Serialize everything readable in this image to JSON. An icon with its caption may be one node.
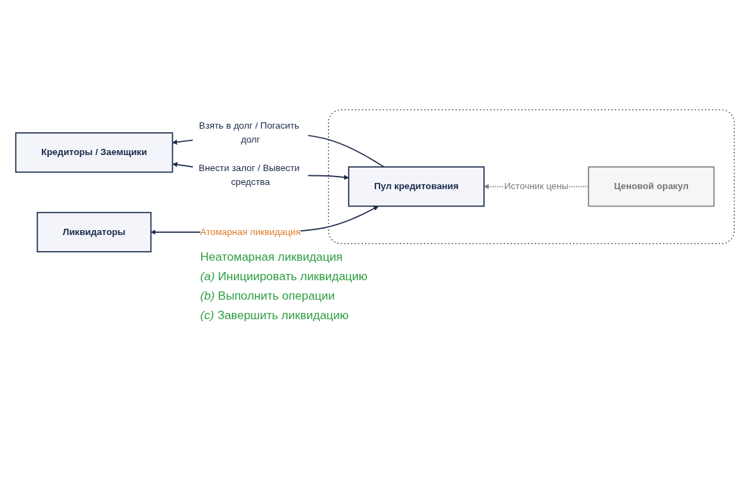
{
  "diagram": {
    "nodes": [
      {
        "text": [
          "Кредиторы / Заемщики"
        ]
      },
      {
        "text": [],
        "shape": "box"
      },
      {
        "text": [
          "Пул кредитования"
        ],
        "in": 1
      },
      {
        "text": [
          "Ликвидаторы"
        ]
      },
      {
        "text": [
          "Ценовой оракул"
        ],
        "in": 1
      }
    ],
    "edges": [
      {
        "from": 0,
        "to": 2,
        "arrow": "both",
        "label": "Внести залог / Вывести средства"
      },
      {
        "from": 2,
        "to": 0,
        "arrow": "to",
        "label": "Взять в долг / Погасить долг"
      },
      {
        "from": 2,
        "to": 3,
        "arrow": "both",
        "label": "Атомарная ликвидация"
      },
      {
        "from": 4,
        "to": 2,
        "arrow": "to",
        "label": "Источник цены",
        "style": "dashed",
        "color": "#808080"
      }
    ],
    "labels": [
      "Неатомарная ликвидация",
      "*(a)* Инициировать ликвидацию",
      "*(b)* Выполнить операции",
      "*(c)* Завершить ликвидацию"
    ]
  }
}
